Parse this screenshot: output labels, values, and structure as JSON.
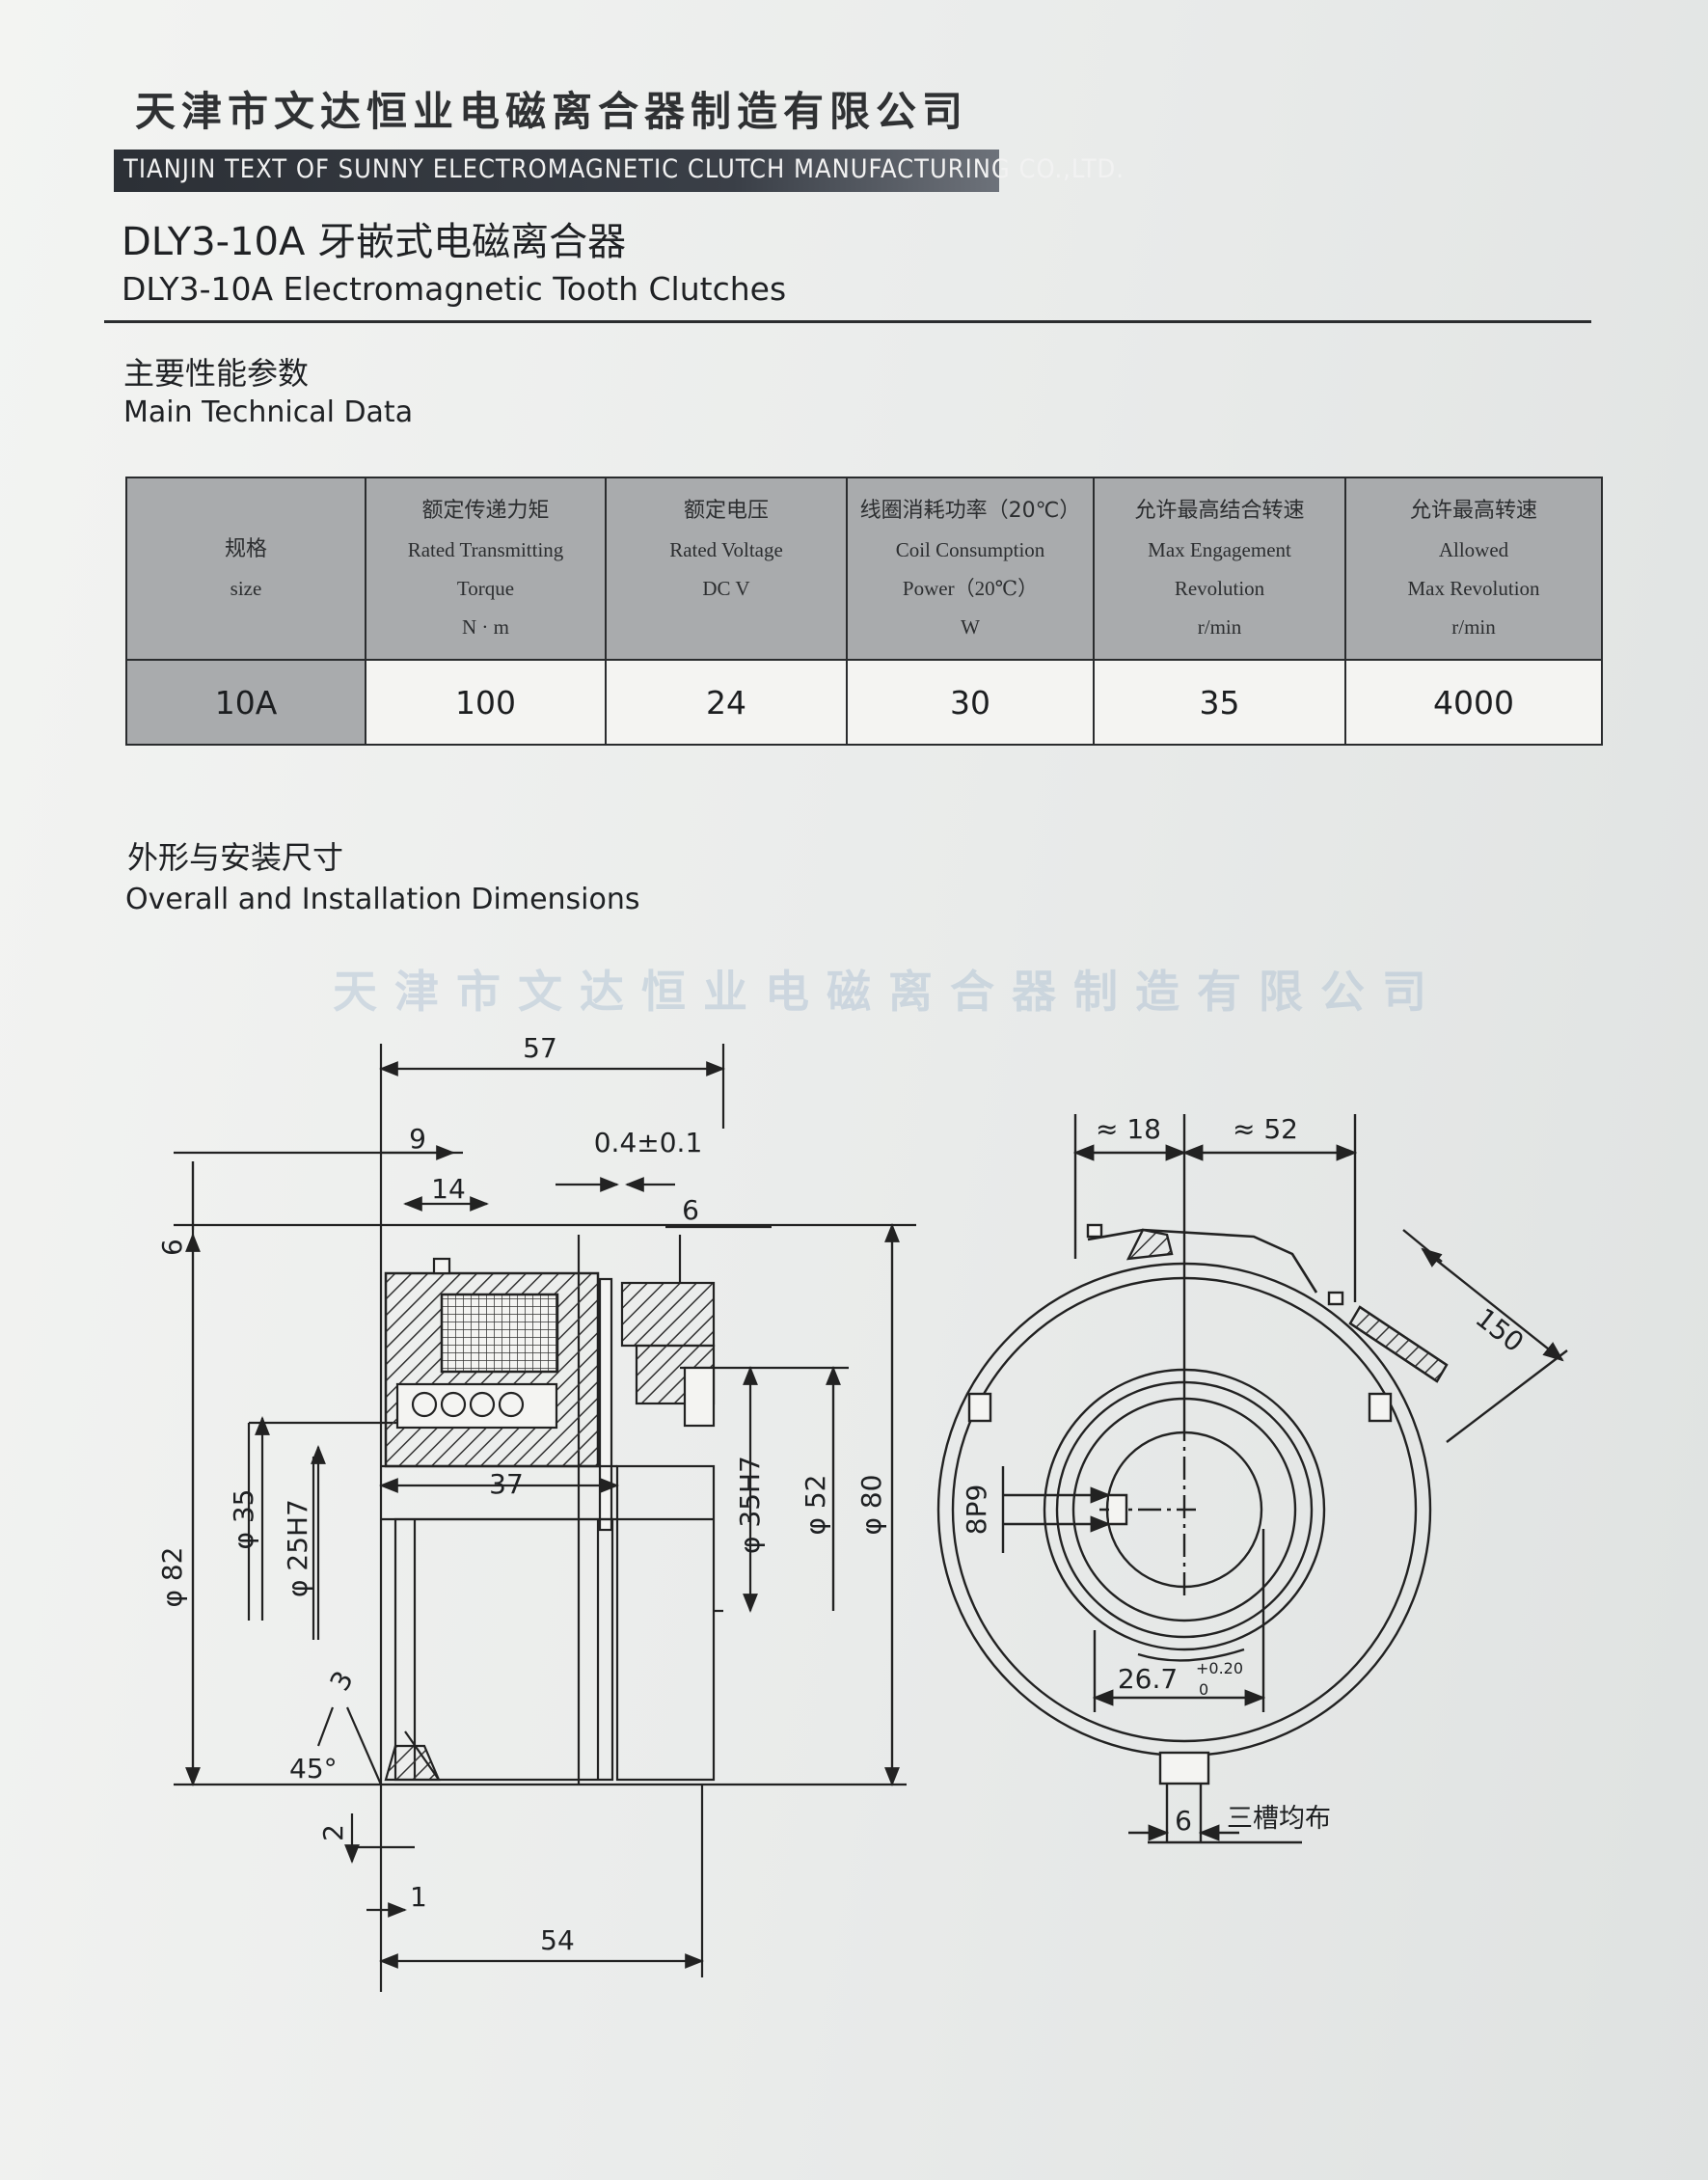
{
  "header": {
    "company_cn": "天津市文达恒业电磁离合器制造有限公司",
    "company_en": "TIANJIN TEXT OF SUNNY ELECTROMAGNETIC CLUTCH MANUFACTURING CO.,LTD.",
    "product_cn": "DLY3-10A 牙嵌式电磁离合器",
    "product_en": "DLY3-10A   Electromagnetic Tooth Clutches"
  },
  "tech_section": {
    "title_cn": "主要性能参数",
    "title_en": "Main Technical Data"
  },
  "table": {
    "headers": [
      {
        "cn": "规格",
        "en": [
          "size"
        ]
      },
      {
        "cn": "额定传递力矩",
        "en": [
          "Rated Transmitting",
          "Torque",
          "N · m"
        ]
      },
      {
        "cn": "额定电压",
        "en": [
          "Rated  Voltage",
          "DC V"
        ]
      },
      {
        "cn": "线圈消耗功率（20℃）",
        "en": [
          "Coil Consumption",
          "Power（20℃）",
          "W"
        ]
      },
      {
        "cn": "允许最高结合转速",
        "en": [
          "Max  Engagement",
          "Revolution",
          "r/min"
        ]
      },
      {
        "cn": "允许最高转速",
        "en": [
          "Allowed",
          "Max  Revolution",
          "r/min"
        ]
      }
    ],
    "rows": [
      [
        "10A",
        "100",
        "24",
        "30",
        "35",
        "4000"
      ]
    ]
  },
  "dim_section": {
    "title_cn": "外形与安装尺寸",
    "title_en": "Overall and Installation Dimensions"
  },
  "watermark": "天津市文达恒业电磁离合器制造有限公司",
  "drawing": {
    "side": {
      "d57": "57",
      "d9": "9",
      "d14": "14",
      "d04": "0.4±0.1",
      "d6top": "6",
      "d6left": "6",
      "d37": "37",
      "d3": "3",
      "d45": "45°",
      "d2": "2",
      "d1": "1",
      "d54": "54",
      "phi82": "φ 82",
      "phi35": "φ 35",
      "phi25": "φ 25H7",
      "phi35h7": "φ 35H7",
      "phi52": "φ 52",
      "phi80": "φ 80"
    },
    "front": {
      "d18": "≈ 18",
      "d52": "≈ 52",
      "d150": "150",
      "d8p9": "8P9",
      "d267": "26.7",
      "tol_up": "+0.20",
      "tol_low": "0",
      "d6": "6",
      "note": "三槽均布"
    }
  }
}
